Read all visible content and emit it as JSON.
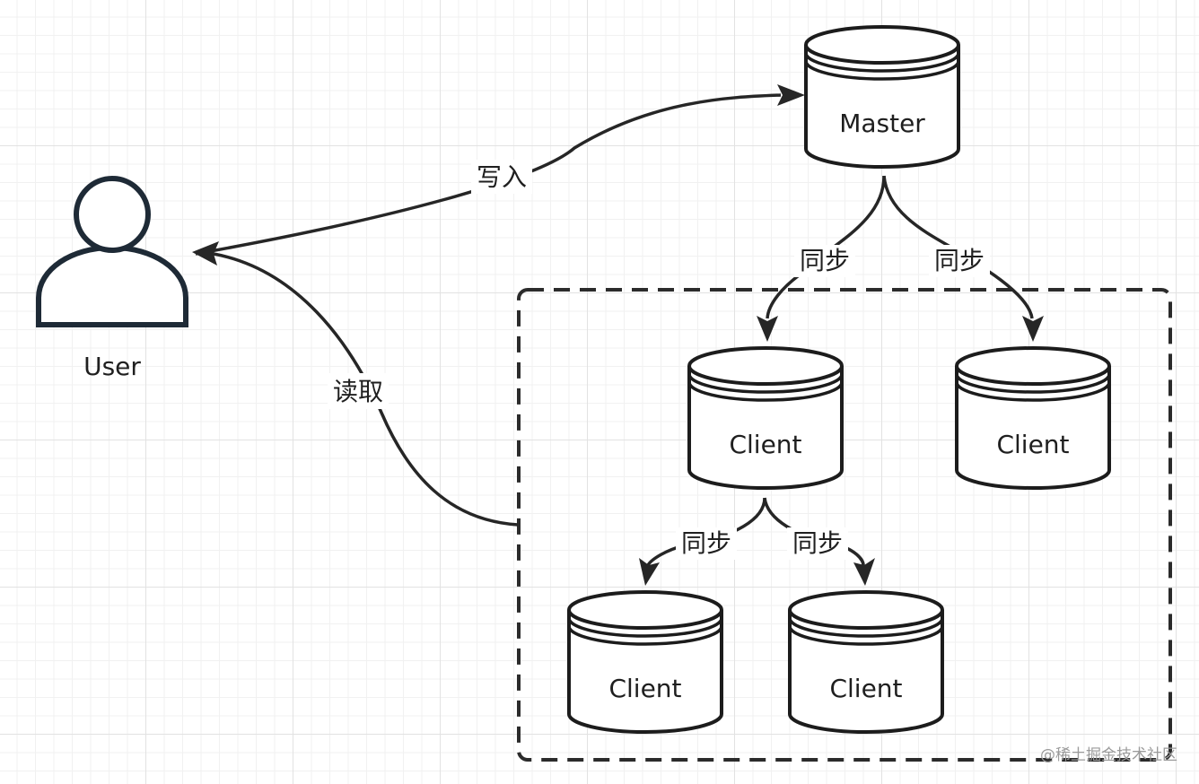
{
  "nodes": {
    "user": {
      "label": "User",
      "icon": "user-icon"
    },
    "master": {
      "label": "Master",
      "icon": "database-icon"
    },
    "client_1": {
      "label": "Client",
      "icon": "database-icon"
    },
    "client_2": {
      "label": "Client",
      "icon": "database-icon"
    },
    "client_3": {
      "label": "Client",
      "icon": "database-icon"
    },
    "client_4": {
      "label": "Client",
      "icon": "database-icon"
    }
  },
  "edges": {
    "write": {
      "label": "写入",
      "from": "User",
      "to": "Master"
    },
    "read": {
      "label": "读取",
      "from": "Client group",
      "to": "User"
    },
    "sync_master_client_1": {
      "label": "同步",
      "from": "Master",
      "to": "Client"
    },
    "sync_master_client_2": {
      "label": "同步",
      "from": "Master",
      "to": "Client"
    },
    "sync_client_client_3": {
      "label": "同步",
      "from": "Client",
      "to": "Client"
    },
    "sync_client_client_4": {
      "label": "同步",
      "from": "Client",
      "to": "Client"
    }
  },
  "watermark": "@稀土掘金技术社区",
  "colors": {
    "stroke": "#1c1c1c",
    "user_stroke": "#1e2a36",
    "grid": "#e2e2e2",
    "background": "#ffffff"
  }
}
